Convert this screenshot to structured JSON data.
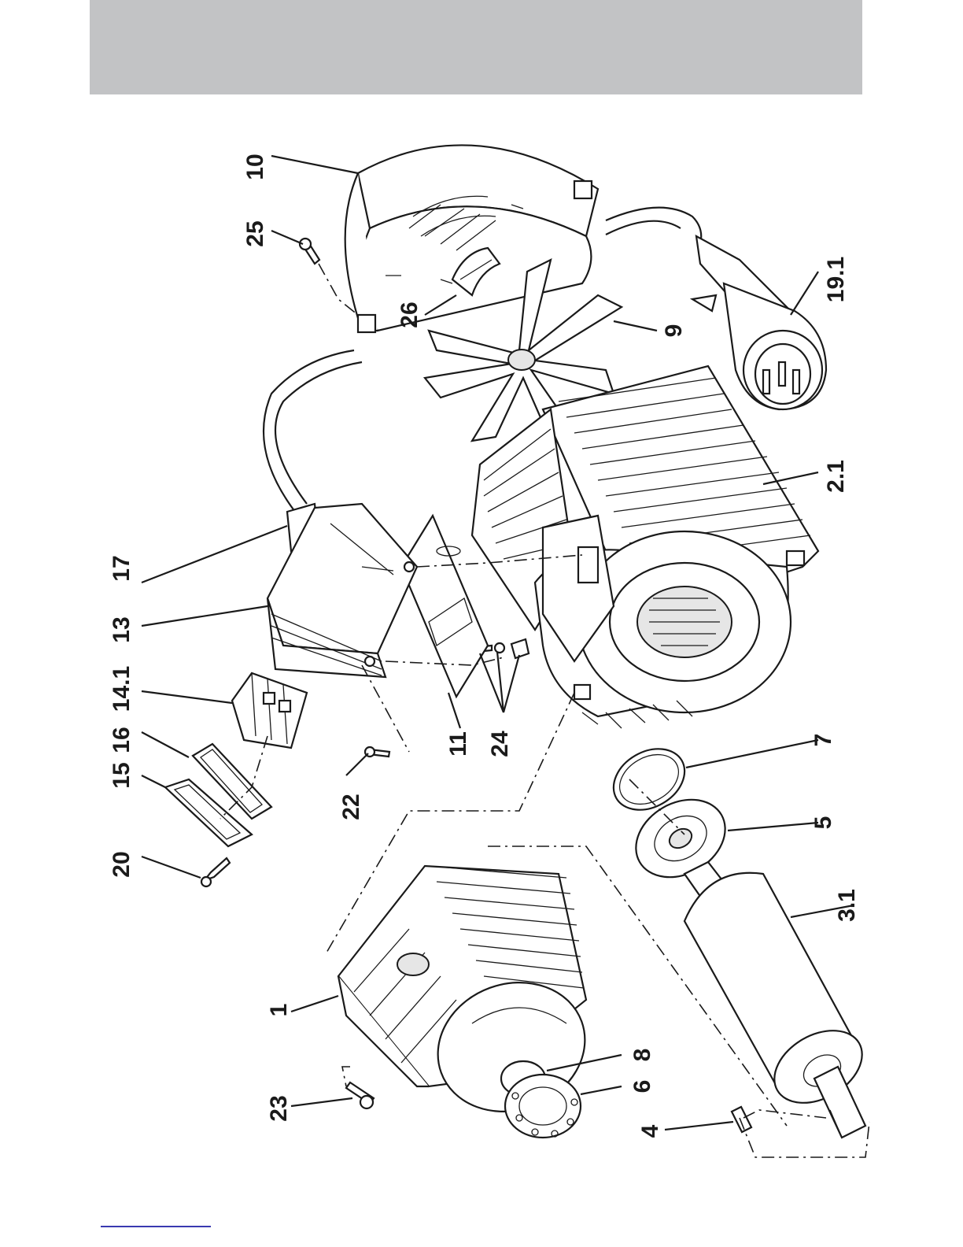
{
  "diagram": {
    "labels": {
      "p1": "1",
      "p2_1": "2.1",
      "p3_1": "3.1",
      "p4": "4",
      "p5": "5",
      "p6": "6",
      "p7": "7",
      "p8": "8",
      "p9": "9",
      "p10": "10",
      "p11": "11",
      "p13": "13",
      "p14_1": "14.1",
      "p15": "15",
      "p16": "16",
      "p17": "17",
      "p19_1": "19.1",
      "p20": "20",
      "p22": "22",
      "p23": "23",
      "p24": "24",
      "p25": "25",
      "p26": "26"
    }
  },
  "colors": {
    "header_band": "#c2c3c5",
    "ink": "#1a1a1a",
    "footer_rule": "#3a3ab0"
  }
}
